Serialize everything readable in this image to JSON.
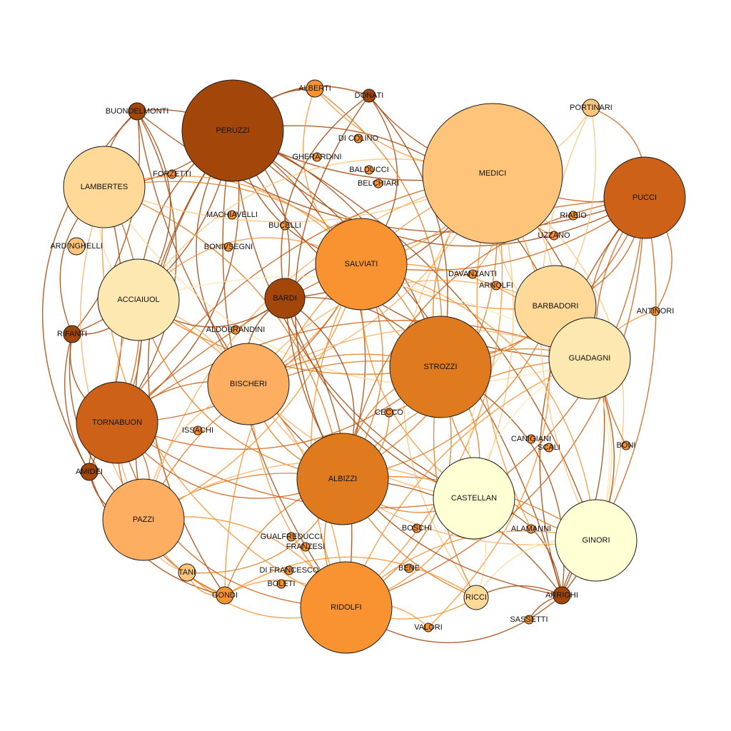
{
  "palette": [
    "#ffffd4",
    "#fee8b2",
    "#fed998",
    "#fec479",
    "#fdae61",
    "#f99331",
    "#e07a1e",
    "#cc6117",
    "#a3460a"
  ],
  "nodes": [
    {
      "id": "PERUZZI",
      "label": "PERUZZI",
      "size": 10,
      "color": 8
    },
    {
      "id": "BUONDELMONTI",
      "label": "BUONDELMONTI",
      "size": 2,
      "color": 8
    },
    {
      "id": "ALBERTI",
      "label": "ALBERTI",
      "size": 2,
      "color": 5
    },
    {
      "id": "DONATI",
      "label": "DONATI",
      "size": 1.5,
      "color": 8
    },
    {
      "id": "PORTINARI",
      "label": "PORTINARI",
      "size": 2,
      "color": 3
    },
    {
      "id": "DI COLINO",
      "label": "DI COLINO",
      "size": 1,
      "color": 5
    },
    {
      "id": "GHERARDINI",
      "label": "GHERARDINI",
      "size": 1,
      "color": 5
    },
    {
      "id": "BALDUCCI",
      "label": "BALDUCCI",
      "size": 1,
      "color": 5
    },
    {
      "id": "BELCHIARI",
      "label": "BELCHIARI",
      "size": 1,
      "color": 5
    },
    {
      "id": "FORZETTI",
      "label": "FORZETTI",
      "size": 1,
      "color": 5
    },
    {
      "id": "LAMBERTES",
      "label": "LAMBERTES",
      "size": 8,
      "color": 2
    },
    {
      "id": "MEDICI",
      "label": "MEDICI",
      "size": 14,
      "color": 3
    },
    {
      "id": "PUCCI",
      "label": "PUCCI",
      "size": 8,
      "color": 7
    },
    {
      "id": "RIABIO",
      "label": "RIABIO",
      "size": 1,
      "color": 5
    },
    {
      "id": "UZZANO",
      "label": "UZZANO",
      "size": 1,
      "color": 5
    },
    {
      "id": "MACHIAVELLI",
      "label": "MACHIAVELLI",
      "size": 1,
      "color": 5
    },
    {
      "id": "BUCELLI",
      "label": "BUCELLI",
      "size": 1,
      "color": 5
    },
    {
      "id": "ARDINGHELLI",
      "label": "ARDINGHELLI",
      "size": 2,
      "color": 3
    },
    {
      "id": "BONIVSEGNI",
      "label": "BONIVSEGNI",
      "size": 1,
      "color": 5
    },
    {
      "id": "SALVIATI",
      "label": "SALVIATI",
      "size": 9,
      "color": 5
    },
    {
      "id": "DAVANZANTI",
      "label": "DAVANZANTI",
      "size": 1,
      "color": 5
    },
    {
      "id": "ARNOLFI",
      "label": "ARNOLFI",
      "size": 1,
      "color": 5
    },
    {
      "id": "ACCIAIUOL",
      "label": "ACCIAIUOL",
      "size": 8,
      "color": 1
    },
    {
      "id": "BARDI",
      "label": "BARDI",
      "size": 4,
      "color": 8
    },
    {
      "id": "BARBADORI",
      "label": "BARBADORI",
      "size": 8,
      "color": 2
    },
    {
      "id": "ANTINORI",
      "label": "ANTINORI",
      "size": 1,
      "color": 5
    },
    {
      "id": "RIFANTI",
      "label": "RIFANTI",
      "size": 2,
      "color": 8
    },
    {
      "id": "ALDOBRANDINI",
      "label": "ALDOBRANDINI",
      "size": 1,
      "color": 5
    },
    {
      "id": "STROZZI",
      "label": "STROZZI",
      "size": 10,
      "color": 6
    },
    {
      "id": "GUADAGNI",
      "label": "GUADAGNI",
      "size": 8,
      "color": 1
    },
    {
      "id": "BISCHERI",
      "label": "BISCHERI",
      "size": 8,
      "color": 4
    },
    {
      "id": "TORNABUON",
      "label": "TORNABUON",
      "size": 8,
      "color": 7
    },
    {
      "id": "CECCO",
      "label": "CECCO",
      "size": 1,
      "color": 5
    },
    {
      "id": "ISSACHI",
      "label": "ISSACHI",
      "size": 1,
      "color": 5
    },
    {
      "id": "CANIGIANI",
      "label": "CANIGIANI",
      "size": 1,
      "color": 5
    },
    {
      "id": "SCALI",
      "label": "SCALI",
      "size": 1,
      "color": 5
    },
    {
      "id": "BONI",
      "label": "BONI",
      "size": 1,
      "color": 5
    },
    {
      "id": "AMIDEI",
      "label": "AMIDEI",
      "size": 2,
      "color": 8
    },
    {
      "id": "ALBIZZI",
      "label": "ALBIZZI",
      "size": 9,
      "color": 6
    },
    {
      "id": "CASTELLAN",
      "label": "CASTELLAN",
      "size": 8,
      "color": 0
    },
    {
      "id": "PAZZI",
      "label": "PAZZI",
      "size": 8,
      "color": 4
    },
    {
      "id": "GINORI",
      "label": "GINORI",
      "size": 8,
      "color": 0
    },
    {
      "id": "GUALFREDUCCI",
      "label": "GUALFREDUCCI",
      "size": 1,
      "color": 5
    },
    {
      "id": "FRANZESI",
      "label": "FRANZESI",
      "size": 1,
      "color": 5
    },
    {
      "id": "BOSCHI",
      "label": "BOSCHI",
      "size": 1,
      "color": 5
    },
    {
      "id": "ALAMANNI",
      "label": "ALAMANNI",
      "size": 1,
      "color": 5
    },
    {
      "id": "DI FRANCESCO",
      "label": "DI FRANCESCO",
      "size": 1,
      "color": 5
    },
    {
      "id": "BENE",
      "label": "BENE",
      "size": 1,
      "color": 5
    },
    {
      "id": "TANI",
      "label": "TANI",
      "size": 2,
      "color": 3
    },
    {
      "id": "BOLETI",
      "label": "BOLETI",
      "size": 1,
      "color": 5
    },
    {
      "id": "GONDI",
      "label": "GONDI",
      "size": 2,
      "color": 5
    },
    {
      "id": "RIDOLFI",
      "label": "RIDOLFI",
      "size": 9,
      "color": 5
    },
    {
      "id": "RICCI",
      "label": "RICCI",
      "size": 3,
      "color": 2
    },
    {
      "id": "ARRIGHI",
      "label": "ARRIGHI",
      "size": 2,
      "color": 8
    },
    {
      "id": "SASSETTI",
      "label": "SASSETTI",
      "size": 1,
      "color": 5
    },
    {
      "id": "VALORI",
      "label": "VALORI",
      "size": 1,
      "color": 5
    }
  ],
  "edges": [
    [
      "PERUZZI",
      "MEDICI"
    ],
    [
      "PERUZZI",
      "STROZZI"
    ],
    [
      "PERUZZI",
      "SALVIATI"
    ],
    [
      "PERUZZI",
      "ALBIZZI"
    ],
    [
      "PERUZZI",
      "RIDOLFI"
    ],
    [
      "PERUZZI",
      "BARDI"
    ],
    [
      "PERUZZI",
      "BISCHERI"
    ],
    [
      "PERUZZI",
      "LAMBERTES"
    ],
    [
      "PERUZZI",
      "ACCIAIUOL"
    ],
    [
      "PERUZZI",
      "TORNABUON"
    ],
    [
      "PERUZZI",
      "PUCCI"
    ],
    [
      "PERUZZI",
      "GINORI"
    ],
    [
      "PERUZZI",
      "CASTELLAN"
    ],
    [
      "PERUZZI",
      "DONATI"
    ],
    [
      "PERUZZI",
      "BUONDELMONTI"
    ],
    [
      "PERUZZI",
      "ALBERTI"
    ],
    [
      "PERUZZI",
      "GUADAGNI"
    ],
    [
      "PERUZZI",
      "BARBADORI"
    ],
    [
      "PERUZZI",
      "PAZZI"
    ],
    [
      "PERUZZI",
      "RIFANTI"
    ],
    [
      "PERUZZI",
      "GONDI"
    ],
    [
      "PERUZZI",
      "ARRIGHI"
    ],
    [
      "BUONDELMONTI",
      "LAMBERTES"
    ],
    [
      "BUONDELMONTI",
      "TORNABUON"
    ],
    [
      "BUONDELMONTI",
      "AMIDEI"
    ],
    [
      "BUONDELMONTI",
      "RIFANTI"
    ],
    [
      "BUONDELMONTI",
      "PUCCI"
    ],
    [
      "BUONDELMONTI",
      "ACCIAIUOL"
    ],
    [
      "BUONDELMONTI",
      "ALBIZZI"
    ],
    [
      "LAMBERTES",
      "TORNABUON"
    ],
    [
      "LAMBERTES",
      "ACCIAIUOL"
    ],
    [
      "LAMBERTES",
      "STROZZI"
    ],
    [
      "LAMBERTES",
      "MEDICI"
    ],
    [
      "LAMBERTES",
      "ALBIZZI"
    ],
    [
      "LAMBERTES",
      "RIDOLFI"
    ],
    [
      "LAMBERTES",
      "AMIDEI"
    ],
    [
      "LAMBERTES",
      "PAZZI"
    ],
    [
      "LAMBERTES",
      "SALVIATI"
    ],
    [
      "LAMBERTES",
      "GUADAGNI"
    ],
    [
      "MEDICI",
      "SALVIATI"
    ],
    [
      "MEDICI",
      "STROZZI"
    ],
    [
      "MEDICI",
      "ALBIZZI"
    ],
    [
      "MEDICI",
      "PUCCI"
    ],
    [
      "MEDICI",
      "BARBADORI"
    ],
    [
      "MEDICI",
      "GUADAGNI"
    ],
    [
      "MEDICI",
      "GINORI"
    ],
    [
      "MEDICI",
      "TORNABUON"
    ],
    [
      "MEDICI",
      "RIDOLFI"
    ],
    [
      "MEDICI",
      "ACCIAIUOL"
    ],
    [
      "MEDICI",
      "CASTELLAN"
    ],
    [
      "MEDICI",
      "PORTINARI"
    ],
    [
      "MEDICI",
      "DAVANZANTI"
    ],
    [
      "MEDICI",
      "RICCI"
    ],
    [
      "MEDICI",
      "BISCHERI"
    ],
    [
      "MEDICI",
      "PAZZI"
    ],
    [
      "MEDICI",
      "ARRIGHI"
    ],
    [
      "MEDICI",
      "ALAMANNI"
    ],
    [
      "MEDICI",
      "BARDI"
    ],
    [
      "MEDICI",
      "GONDI"
    ],
    [
      "MEDICI",
      "VALORI"
    ],
    [
      "MEDICI",
      "UZZANO"
    ],
    [
      "PUCCI",
      "STROZZI"
    ],
    [
      "PUCCI",
      "ALBIZZI"
    ],
    [
      "PUCCI",
      "GINORI"
    ],
    [
      "PUCCI",
      "GUADAGNI"
    ],
    [
      "PUCCI",
      "BARBADORI"
    ],
    [
      "PUCCI",
      "PORTINARI"
    ],
    [
      "PUCCI",
      "SALVIATI"
    ],
    [
      "PUCCI",
      "ARRIGHI"
    ],
    [
      "PUCCI",
      "RIDOLFI"
    ],
    [
      "PUCCI",
      "TORNABUON"
    ],
    [
      "PUCCI",
      "CASTELLAN"
    ],
    [
      "PUCCI",
      "BONI"
    ],
    [
      "PUCCI",
      "ANTINORI"
    ],
    [
      "SALVIATI",
      "STROZZI"
    ],
    [
      "SALVIATI",
      "ALBIZZI"
    ],
    [
      "SALVIATI",
      "BARDI"
    ],
    [
      "SALVIATI",
      "BISCHERI"
    ],
    [
      "SALVIATI",
      "RIDOLFI"
    ],
    [
      "SALVIATI",
      "TORNABUON"
    ],
    [
      "SALVIATI",
      "ACCIAIUOL"
    ],
    [
      "SALVIATI",
      "PAZZI"
    ],
    [
      "SALVIATI",
      "CASTELLAN"
    ],
    [
      "SALVIATI",
      "GINORI"
    ],
    [
      "SALVIATI",
      "BARBADORI"
    ],
    [
      "SALVIATI",
      "GUADAGNI"
    ],
    [
      "STROZZI",
      "ALBIZZI"
    ],
    [
      "STROZZI",
      "RIDOLFI"
    ],
    [
      "STROZZI",
      "BISCHERI"
    ],
    [
      "STROZZI",
      "CASTELLAN"
    ],
    [
      "STROZZI",
      "GINORI"
    ],
    [
      "STROZZI",
      "GUADAGNI"
    ],
    [
      "STROZZI",
      "BARBADORI"
    ],
    [
      "STROZZI",
      "TORNABUON"
    ],
    [
      "STROZZI",
      "PAZZI"
    ],
    [
      "STROZZI",
      "ACCIAIUOL"
    ],
    [
      "STROZZI",
      "BARDI"
    ],
    [
      "STROZZI",
      "ARRIGHI"
    ],
    [
      "STROZZI",
      "RICCI"
    ],
    [
      "STROZZI",
      "CECCO"
    ],
    [
      "ALBIZZI",
      "RIDOLFI"
    ],
    [
      "ALBIZZI",
      "TORNABUON"
    ],
    [
      "ALBIZZI",
      "PAZZI"
    ],
    [
      "ALBIZZI",
      "BISCHERI"
    ],
    [
      "ALBIZZI",
      "CASTELLAN"
    ],
    [
      "ALBIZZI",
      "GINORI"
    ],
    [
      "ALBIZZI",
      "GONDI"
    ],
    [
      "ALBIZZI",
      "ACCIAIUOL"
    ],
    [
      "ALBIZZI",
      "BARDI"
    ],
    [
      "ALBIZZI",
      "GUADAGNI"
    ],
    [
      "ALBIZZI",
      "BARBADORI"
    ],
    [
      "ALBIZZI",
      "TANI"
    ],
    [
      "ALBIZZI",
      "RICCI"
    ],
    [
      "ALBIZZI",
      "ARRIGHI"
    ],
    [
      "RIDOLFI",
      "PAZZI"
    ],
    [
      "RIDOLFI",
      "TORNABUON"
    ],
    [
      "RIDOLFI",
      "CASTELLAN"
    ],
    [
      "RIDOLFI",
      "GINORI"
    ],
    [
      "RIDOLFI",
      "GONDI"
    ],
    [
      "RIDOLFI",
      "BISCHERI"
    ],
    [
      "RIDOLFI",
      "RICCI"
    ],
    [
      "RIDOLFI",
      "TANI"
    ],
    [
      "RIDOLFI",
      "ARRIGHI"
    ],
    [
      "RIDOLFI",
      "GUADAGNI"
    ],
    [
      "RIDOLFI",
      "ACCIAIUOL"
    ],
    [
      "TORNABUON",
      "PAZZI"
    ],
    [
      "TORNABUON",
      "ACCIAIUOL"
    ],
    [
      "TORNABUON",
      "BISCHERI"
    ],
    [
      "TORNABUON",
      "AMIDEI"
    ],
    [
      "TORNABUON",
      "RIFANTI"
    ],
    [
      "TORNABUON",
      "CASTELLAN"
    ],
    [
      "TORNABUON",
      "GUADAGNI"
    ],
    [
      "TORNABUON",
      "GONDI"
    ],
    [
      "ACCIAIUOL",
      "BISCHERI"
    ],
    [
      "ACCIAIUOL",
      "PAZZI"
    ],
    [
      "ACCIAIUOL",
      "RIFANTI"
    ],
    [
      "ACCIAIUOL",
      "BARDI"
    ],
    [
      "ACCIAIUOL",
      "GUADAGNI"
    ],
    [
      "BISCHERI",
      "PAZZI"
    ],
    [
      "BISCHERI",
      "BARDI"
    ],
    [
      "BISCHERI",
      "CASTELLAN"
    ],
    [
      "BISCHERI",
      "GUADAGNI"
    ],
    [
      "BISCHERI",
      "GINORI"
    ],
    [
      "BISCHERI",
      "BARBADORI"
    ],
    [
      "BARBADORI",
      "GUADAGNI"
    ],
    [
      "BARBADORI",
      "GINORI"
    ],
    [
      "BARBADORI",
      "CASTELLAN"
    ],
    [
      "GUADAGNI",
      "GINORI"
    ],
    [
      "GUADAGNI",
      "CASTELLAN"
    ],
    [
      "GUADAGNI",
      "ARRIGHI"
    ],
    [
      "CASTELLAN",
      "GINORI"
    ],
    [
      "CASTELLAN",
      "RICCI"
    ],
    [
      "CASTELLAN",
      "PAZZI"
    ],
    [
      "CASTELLAN",
      "ARRIGHI"
    ],
    [
      "GINORI",
      "ARRIGHI"
    ],
    [
      "GINORI",
      "PORTINARI"
    ],
    [
      "GINORI",
      "RICCI"
    ],
    [
      "PAZZI",
      "AMIDEI"
    ],
    [
      "PAZZI",
      "GONDI"
    ],
    [
      "PAZZI",
      "RIFANTI"
    ],
    [
      "PAZZI",
      "TANI"
    ],
    [
      "BARDI",
      "RIDOLFI"
    ],
    [
      "BARDI",
      "CASTELLAN"
    ],
    [
      "BARDI",
      "DONATI"
    ],
    [
      "BARDI",
      "ARRIGHI"
    ],
    [
      "AMIDEI",
      "RIFANTI"
    ],
    [
      "AMIDEI",
      "GONDI"
    ],
    [
      "RIFANTI",
      "LAMBERTES"
    ],
    [
      "DONATI",
      "MEDICI"
    ],
    [
      "DONATI",
      "STROZZI"
    ],
    [
      "DONATI",
      "ALBIZZI"
    ],
    [
      "DONATI",
      "SALVIATI"
    ],
    [
      "ALBERTI",
      "MEDICI"
    ],
    [
      "ALBERTI",
      "STROZZI"
    ],
    [
      "ALBERTI",
      "SALVIATI"
    ],
    [
      "PORTINARI",
      "BARBADORI"
    ],
    [
      "ARRIGHI",
      "RICCI"
    ],
    [
      "GONDI",
      "RICCI"
    ],
    [
      "TANI",
      "GONDI"
    ],
    [
      "SASSETTI",
      "ARRIGHI"
    ],
    [
      "VALORI",
      "RIDOLFI"
    ],
    [
      "CECCO",
      "ALBIZZI"
    ],
    [
      "ANTINORI",
      "GUADAGNI"
    ]
  ]
}
